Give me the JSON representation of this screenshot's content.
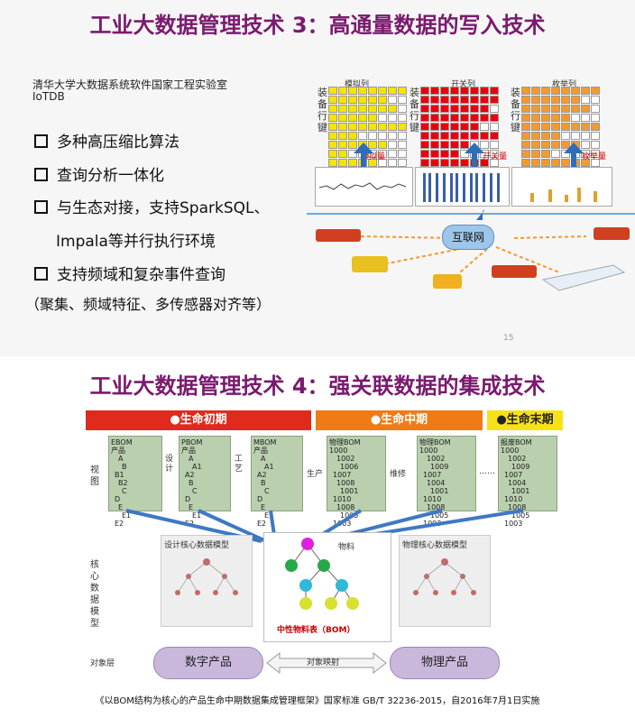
{
  "slide1": {
    "title": "工业大数据管理技术 3：高通量数据的写入技术",
    "org": "清华大学大数据系统软件国家工程实验室",
    "product": "IoTDB",
    "bullets": [
      "多种高压缩比算法",
      "查询分析一体化",
      "与生态对接，支持SparkSQL、",
      "Impala等并行执行环境",
      "支持频域和复杂事件查询",
      "（聚集、频域特征、多传感器对齐等）"
    ],
    "panels": [
      {
        "col": "模拟列",
        "row": "装备行键",
        "sig": "模拟量",
        "color": "#f5e400"
      },
      {
        "col": "开关列",
        "row": "装备行键",
        "sig": "开关量",
        "color": "#e8000f"
      },
      {
        "col": "枚举列",
        "row": "装备行键",
        "sig": "枚举量",
        "color": "#f39a2e"
      }
    ],
    "internet": "互联网",
    "page_num": "15"
  },
  "slide2": {
    "title": "工业大数据管理技术 4：强关联数据的集成技术",
    "phases": [
      {
        "label": "●生命初期",
        "color": "#e02a1e"
      },
      {
        "label": "●生命中期",
        "color": "#f07a14"
      },
      {
        "label": "●生命末期",
        "color": "#f7e21a"
      }
    ],
    "left_labels": {
      "view": "视图",
      "core": "核心数据模型",
      "obj": "对象层"
    },
    "boms": [
      {
        "title": "EBOM",
        "lines": [
          "产品",
          "A",
          "B",
          "B1",
          "B2",
          "C",
          "D",
          "E",
          "E1",
          "E2"
        ]
      },
      {
        "title": "PBOM",
        "lines": [
          "产品",
          "A",
          "A1",
          "A2",
          "B",
          "C",
          "D",
          "E",
          "E1",
          "E2"
        ]
      },
      {
        "title": "MBOM",
        "lines": [
          "产品",
          "A",
          "A1",
          "A2",
          "B",
          "C",
          "D",
          "E",
          "E1",
          "E2"
        ]
      },
      {
        "title": "物理BOM",
        "lines": [
          "1000",
          "1002",
          "1006",
          "1007",
          "1008",
          "1001",
          "1010",
          "1008",
          "1005",
          "1003"
        ]
      },
      {
        "title": "物理BOM",
        "lines": [
          "1000",
          "1002",
          "1009",
          "1007",
          "1004",
          "1001",
          "1010",
          "1008",
          "1005",
          "1003"
        ]
      },
      {
        "title": "报废BOM",
        "lines": [
          "1000",
          "1002",
          "1009",
          "1007",
          "1004",
          "1001",
          "1010",
          "1008",
          "1005",
          "1003"
        ]
      }
    ],
    "arrows": [
      "设计",
      "工艺",
      "生产",
      "维修",
      "……"
    ],
    "model_left": "设计核心数据模型",
    "model_right": "物理核心数据模型",
    "center_title": "物料",
    "center_caption": "中性物料表（BOM）",
    "pill_left": "数字产品",
    "pill_right": "物理产品",
    "mapping": "对象映射",
    "footer": "《以BOM结构为核心的产品生命中期数据集成管理框架》国家标准 GB/T 32236-2015，自2016年7月1日实施"
  }
}
